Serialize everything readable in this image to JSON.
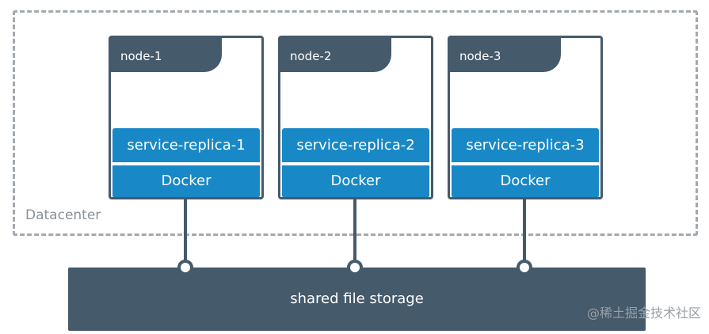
{
  "datacenter": {
    "label": "Datacenter"
  },
  "nodes": [
    {
      "name": "node-1",
      "replica": "service-replica-1",
      "runtime": "Docker"
    },
    {
      "name": "node-2",
      "replica": "service-replica-2",
      "runtime": "Docker"
    },
    {
      "name": "node-3",
      "replica": "service-replica-3",
      "runtime": "Docker"
    }
  ],
  "storage": {
    "label": "shared file storage"
  },
  "watermark": "@稀土掘金技术社区",
  "colors": {
    "node_dark": "#455a6b",
    "replica_blue": "#1888c6",
    "dashed_border": "#a3a9ae",
    "label_gray": "#8a9197"
  }
}
